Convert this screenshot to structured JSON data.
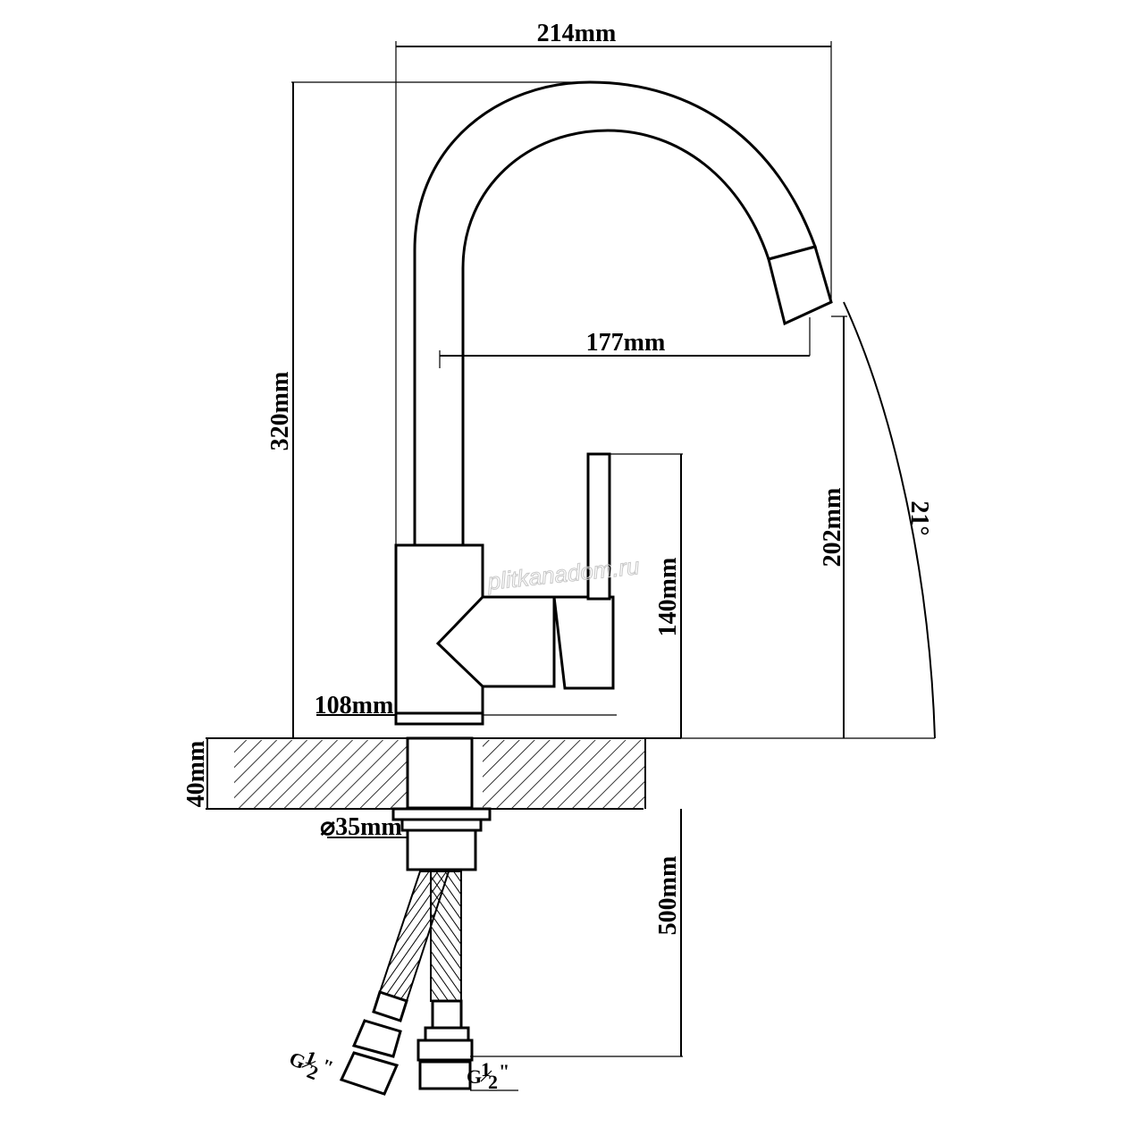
{
  "dimensions": {
    "width_total": "214mm",
    "spout_reach": "177mm",
    "height_total": "320mm",
    "spout_height": "202mm",
    "handle_height": "140mm",
    "base_width": "108mm",
    "counter_thickness": "40mm",
    "hole_diameter": "⌀35mm",
    "hose_length": "500mm",
    "tilt_angle": "21°",
    "thread_left_prefix": "G",
    "thread_left_num": "1",
    "thread_left_den": "2",
    "thread_left_suffix": "\"",
    "thread_right_prefix": "G",
    "thread_right_num": "1",
    "thread_right_den": "2",
    "thread_right_suffix": "\""
  },
  "watermark": "plitkanadom.ru"
}
